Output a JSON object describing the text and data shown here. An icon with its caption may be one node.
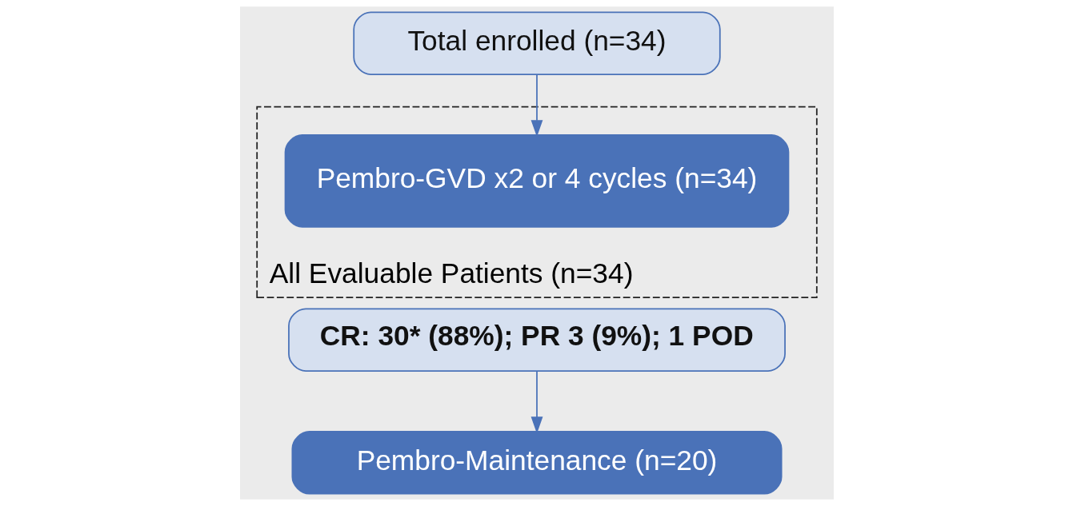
{
  "diagram": {
    "nodes": [
      {
        "text": [
          "Total enrolled (n=34)"
        ]
      },
      {
        "text": [
          "All Evaluable Patients (n=34)"
        ]
      },
      {
        "text": [
          "Pembro-GVD x2 or 4 cycles (n=34)"
        ],
        "in": 1
      },
      {
        "text": [
          "CR: 30* (88%); PR 3 (9%); 1 POD"
        ]
      },
      {
        "text": [
          "Pembro-Maintenance (n=20)"
        ]
      }
    ],
    "edges": [
      {
        "from": 0,
        "to": 2,
        "arrow": "to"
      },
      {
        "from": 3,
        "to": 4,
        "arrow": "to"
      }
    ]
  }
}
